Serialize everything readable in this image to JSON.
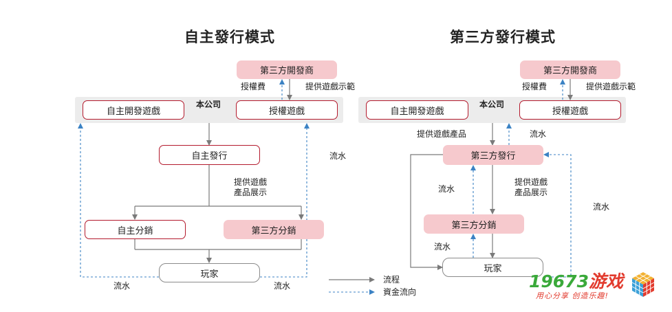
{
  "left": {
    "title": "自主發行模式",
    "company": "本公司",
    "third_party_dev": "第三方開發商",
    "own_dev": "自主開發遊戲",
    "licensed": "授權遊戲",
    "license_fee": "授權費",
    "provide_demo": "提供遊戲示範",
    "self_publish": "自主發行",
    "provide_showcase": "提供遊戲\n產品展示",
    "self_dist": "自主分銷",
    "third_dist": "第三方分銷",
    "player": "玩家",
    "flow_right": "流水",
    "flow_bl": "流水",
    "flow_br": "流水"
  },
  "right": {
    "title": "第三方發行模式",
    "company": "本公司",
    "third_party_dev": "第三方開發商",
    "own_dev": "自主開發遊戲",
    "licensed": "授權遊戲",
    "license_fee": "授權費",
    "provide_demo": "提供遊戲示範",
    "provide_product": "提供遊戲產品",
    "flow_top": "流水",
    "third_publish": "第三方發行",
    "flow_mid": "流水",
    "provide_showcase": "提供遊戲\n產品展示",
    "flow_far": "流水",
    "third_dist": "第三方分銷",
    "flow_low": "流水",
    "player": "玩家"
  },
  "legend": {
    "process": "流程",
    "capital": "資金流向"
  },
  "watermark": {
    "number": "19673",
    "word": "游戏",
    "slogan": "用心分享 创造乐趣!"
  },
  "colors": {
    "accent_red": "#b3192c",
    "pink_fill": "#f6c9cd",
    "band_grey": "#ececec",
    "dashed_blue": "#3b82c4",
    "line_grey": "#7a7a7a"
  }
}
